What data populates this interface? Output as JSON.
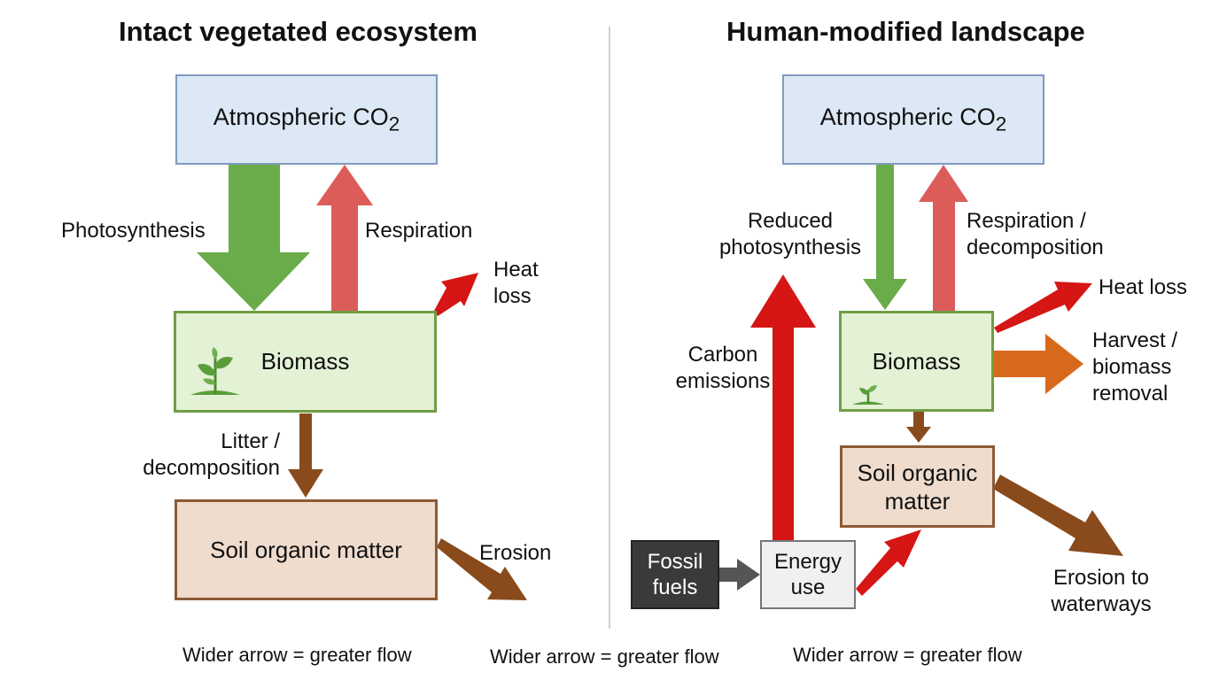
{
  "colors": {
    "photosynthesis": "#6aab4a",
    "respiration": "#dc5c5a",
    "heat": "#d61515",
    "litter": "#8a4b1c",
    "harvest": "#d8691c",
    "fossil_arrow": "#555555",
    "divider": "#cfcfcf"
  },
  "left": {
    "title": "Intact vegetated ecosystem",
    "atmosphere": {
      "label": "Atmospheric CO",
      "sub": "2"
    },
    "photosynthesis_label": "Photosynthesis",
    "respiration_label": "Respiration",
    "heat_loss_label": [
      "Heat",
      "loss"
    ],
    "biomass_label": "Biomass",
    "litter_label": [
      "Litter /",
      "decomposition"
    ],
    "soil_label": "Soil organic matter",
    "erosion_label": "Erosion"
  },
  "right": {
    "title": "Human-modified landscape",
    "atmosphere": {
      "label": "Atmospheric CO",
      "sub": "2"
    },
    "photosynthesis_label": [
      "Reduced",
      "photosynthesis"
    ],
    "respiration_label": [
      "Respiration /",
      "decomposition"
    ],
    "heat_loss_label": "Heat loss",
    "harvest_label": [
      "Harvest /",
      "biomass",
      "removal"
    ],
    "biomass_label": "Biomass",
    "carbon_emissions_label": [
      "Carbon",
      "emissions"
    ],
    "soil_label": [
      "Soil organic",
      "matter"
    ],
    "fossil_label": [
      "Fossil",
      "fuels"
    ],
    "energy_label": [
      "Energy",
      "use"
    ],
    "erosion_label": [
      "Erosion to",
      "waterways"
    ]
  },
  "legend": [
    "Wider arrow = greater flow",
    "Wider arrow = greater flow",
    "Wider arrow = greater flow"
  ]
}
